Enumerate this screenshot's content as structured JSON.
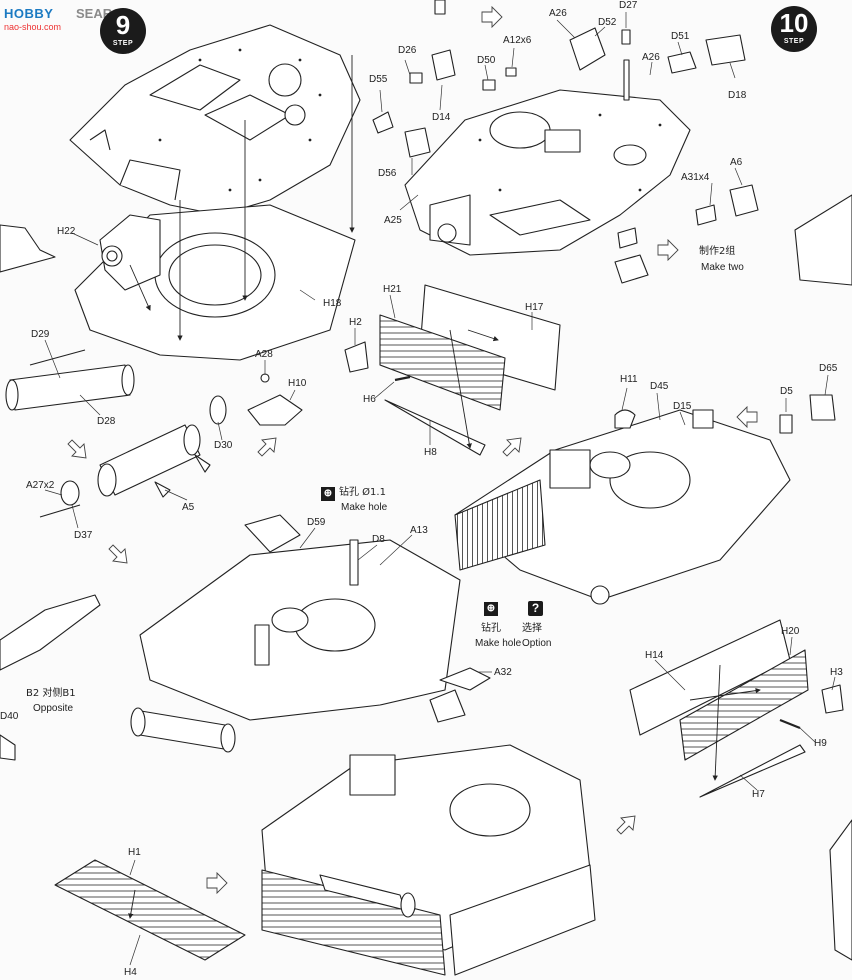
{
  "watermark": {
    "brand_a": "HOBBY",
    "brand_b": "SEARCH",
    "site": "nao-shou.com"
  },
  "steps": [
    {
      "word": "STEP",
      "number": "9"
    },
    {
      "word": "STEP",
      "number": "10"
    }
  ],
  "labels": {
    "D26": "D26",
    "D55": "D55",
    "D14": "D14",
    "D56": "D56",
    "A25": "A25",
    "A12x6": "A12x6",
    "D50": "D50",
    "A26_top": "A26",
    "D52": "D52",
    "D27": "D27",
    "A26_right": "A26",
    "D51": "D51",
    "D18": "D18",
    "A31x4": "A31x4",
    "A6": "A6",
    "H22": "H22",
    "H18": "H18",
    "D29": "D29",
    "D28": "D28",
    "A28": "A28",
    "H10": "H10",
    "D30": "D30",
    "A27x2": "A27x2",
    "D37": "D37",
    "A5": "A5",
    "H21": "H21",
    "H17": "H17",
    "H2": "H2",
    "H6": "H6",
    "H8": "H8",
    "H11": "H11",
    "D45": "D45",
    "D15": "D15",
    "D5": "D5",
    "D65": "D65",
    "D59": "D59",
    "D8": "D8",
    "A13": "A13",
    "A32": "A32",
    "H14": "H14",
    "H20": "H20",
    "H3": "H3",
    "H9": "H9",
    "H7": "H7",
    "H1": "H1",
    "H4": "H4",
    "B2_opposite": "B2 对侧B1",
    "B2_opposite_en": "Opposite",
    "D40": "D40"
  },
  "notes": {
    "make_two_zh": "制作2组",
    "make_two_en": "Make two",
    "drill_zh": "钻孔 Ø1.1",
    "drill_en": "Make hole",
    "drill2_zh": "钻孔",
    "drill2_en": "Make hole",
    "option_zh": "选择",
    "option_en": "Option"
  },
  "icons": {
    "drill_icon": "drill-icon",
    "option_icon": "question-icon",
    "option_glyph": "?"
  }
}
